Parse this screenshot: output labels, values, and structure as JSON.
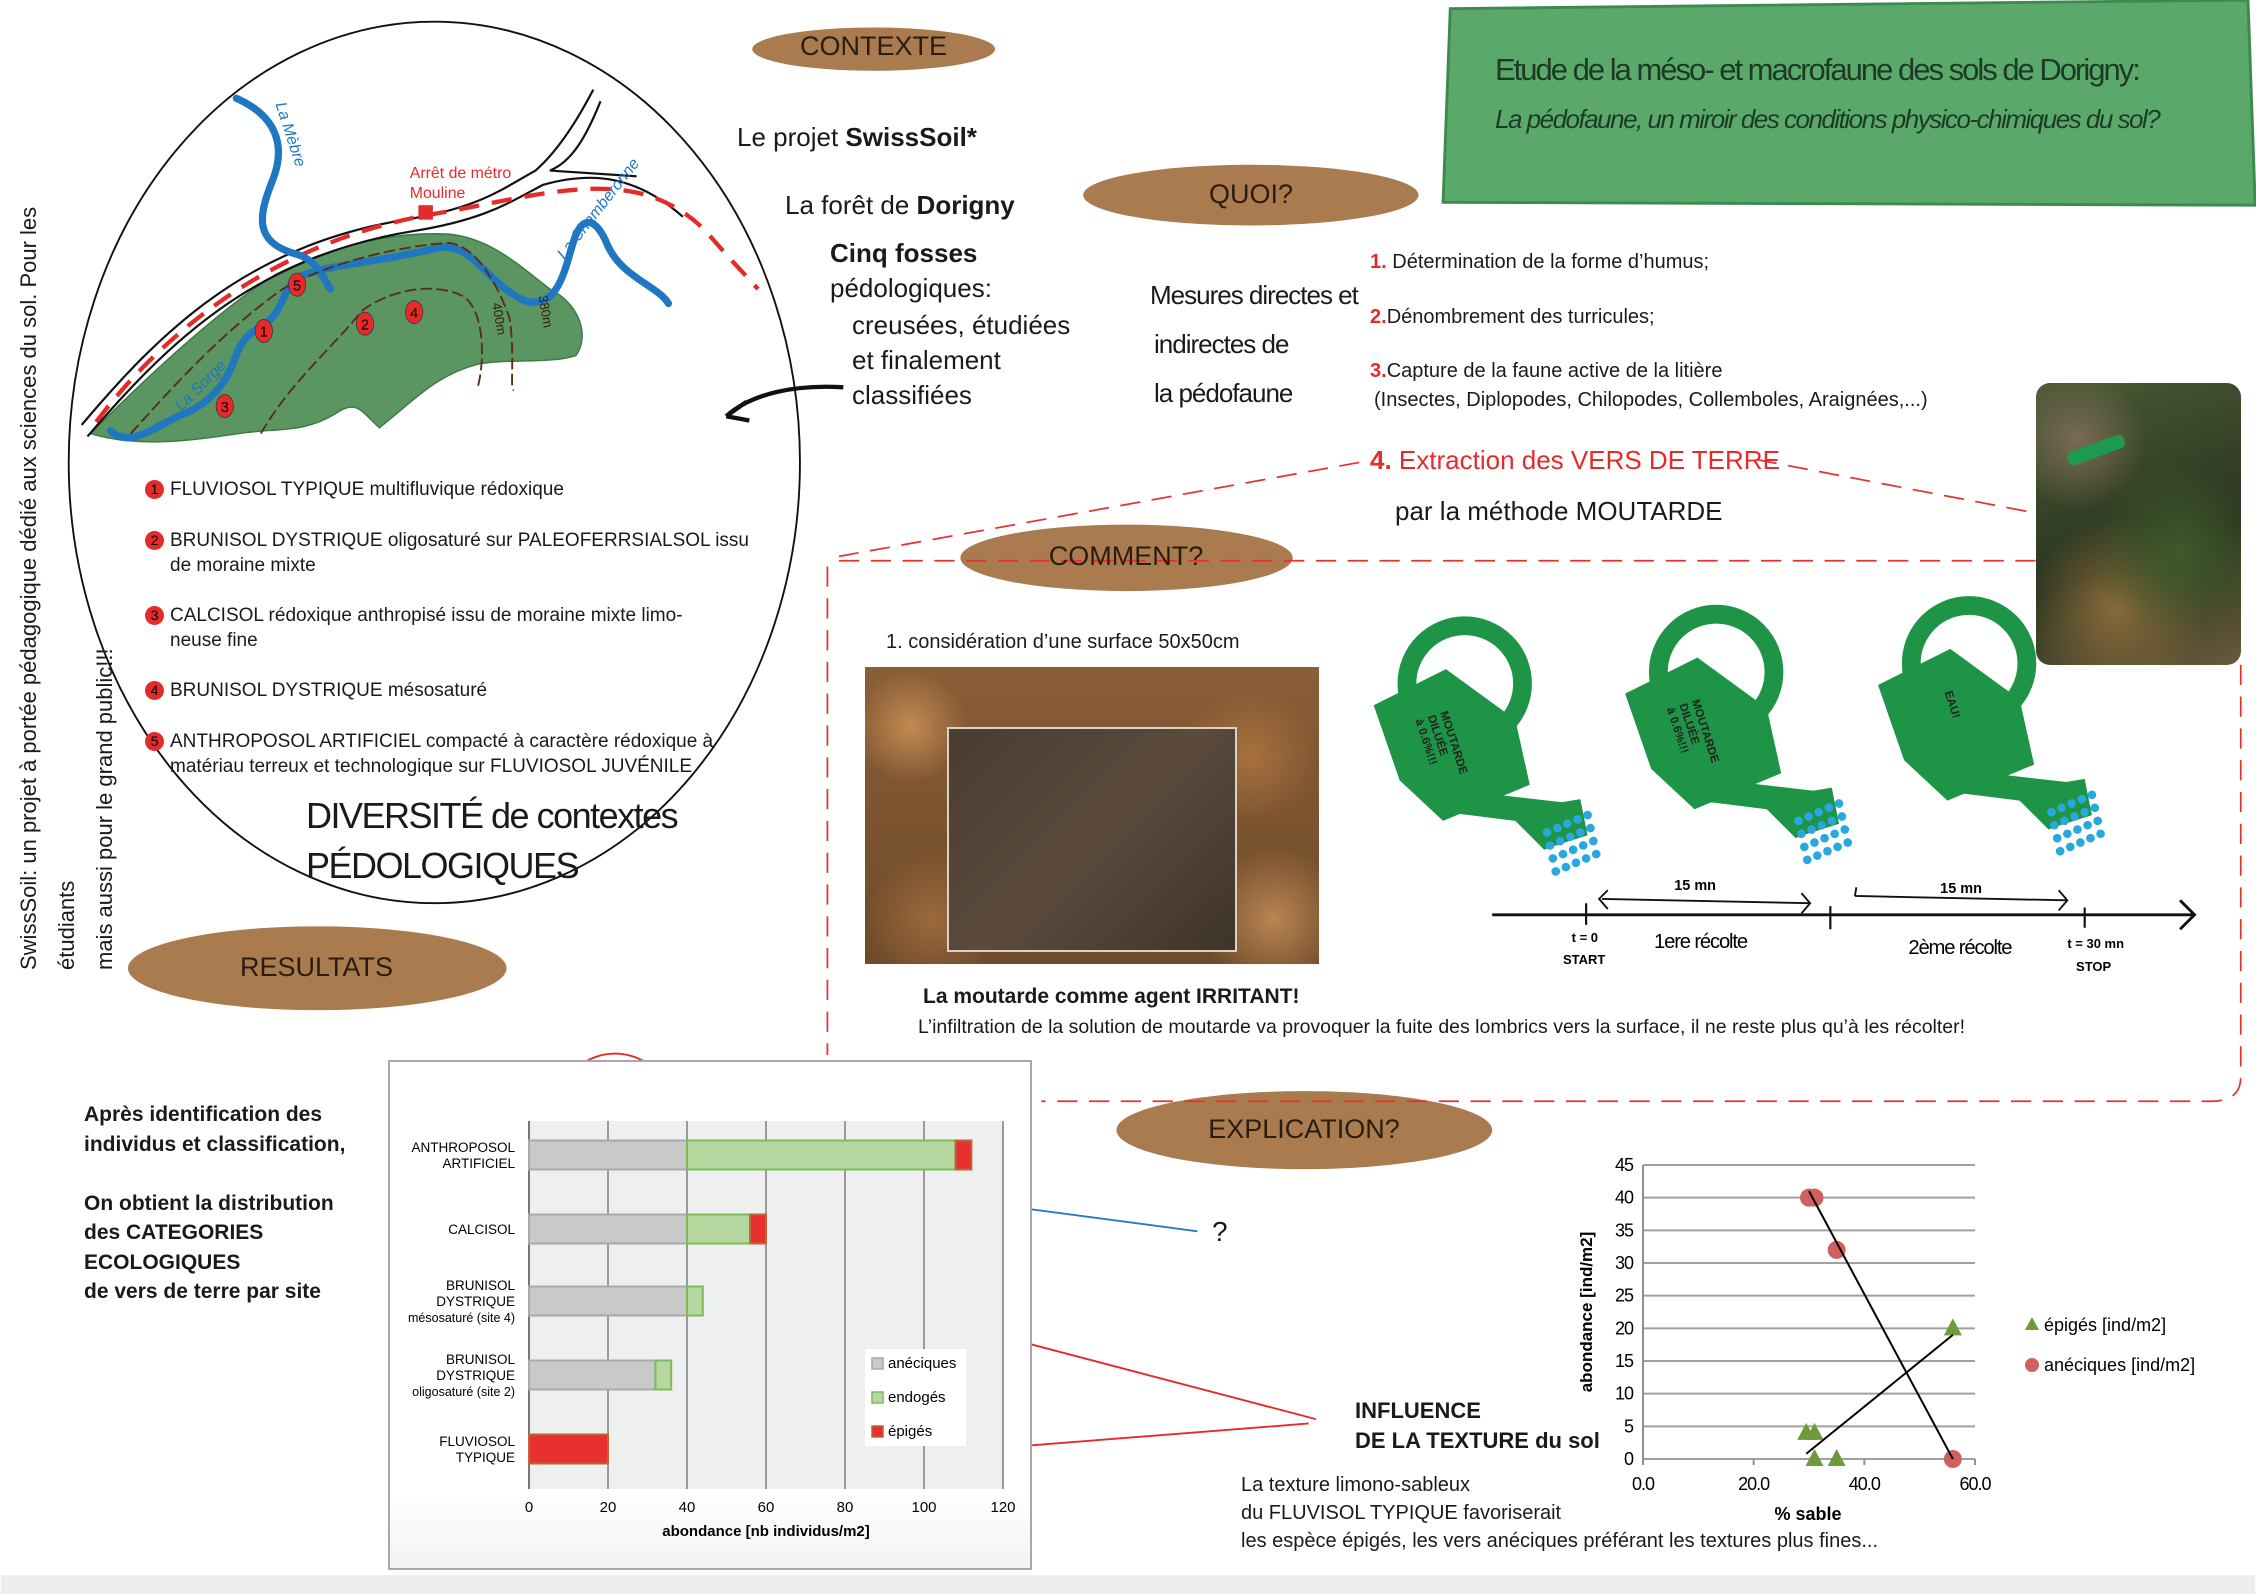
{
  "vertical_note": {
    "line1": "SwissSoil: un projet à portée pédagogique dédié aux sciences du sol. Pour les étudiants",
    "line2": "mais aussi pour le grand public!!!"
  },
  "title": {
    "main": "Etude de la méso- et macrofaune des sols de Dorigny:",
    "subtitle": "La pédofaune, un miroir des conditions physico-chimiques du sol?"
  },
  "blobs": {
    "contexte": "CONTEXTE",
    "quoi": "QUOI?",
    "comment": "COMMENT?",
    "resultats": "RESULTATS",
    "explication": "EXPLICATION?"
  },
  "contexte": {
    "project_prefix": "Le projet ",
    "project_name": "SwissSoil*",
    "forest_prefix": "La forêt de ",
    "forest_name": "Dorigny",
    "pits_title": "Cinq fosses",
    "pits_line2": "pédologiques:",
    "pits_desc": [
      "creusées, étudiées",
      "et finalement",
      "classifiées"
    ]
  },
  "map": {
    "mebre": "La Mèbre",
    "chamberonne": "La Chamberonne",
    "sorge": "La Sorge",
    "metro": [
      "Arrêt de métro",
      "Mouline"
    ],
    "contour_400": "400m",
    "contour_380": "380m",
    "sites": [
      "1",
      "2",
      "3",
      "4",
      "5"
    ]
  },
  "soils": [
    {
      "num": "1",
      "lines": [
        "FLUVIOSOL TYPIQUE multifluvique rédoxique"
      ]
    },
    {
      "num": "2",
      "lines": [
        "BRUNISOL DYSTRIQUE oligosaturé sur PALEOFERRSIALSOL issu",
        "de moraine mixte"
      ]
    },
    {
      "num": "3",
      "lines": [
        "CALCISOL rédoxique anthropisé issu de moraine mixte limo-",
        "neuse fine"
      ]
    },
    {
      "num": "4",
      "lines": [
        "BRUNISOL DYSTRIQUE mésosaturé"
      ]
    },
    {
      "num": "5",
      "lines": [
        "ANTHROPOSOL ARTIFICIEL compacté à caractère rédoxique à",
        "matériau terreux et technologique sur FLUVIOSOL JUVÉNILE"
      ]
    }
  ],
  "diversity": [
    "DIVERSITÉ de contextes",
    "PÉDOLOGIQUES"
  ],
  "quoi": {
    "lines": [
      "Mesures directes et",
      "indirectes de",
      "la pédofaune"
    ],
    "items": [
      {
        "num": "1.",
        "text": "Détermination de la forme d’humus;"
      },
      {
        "num": "2.",
        "text": "Dénombrement des turricules;"
      },
      {
        "num": "3.",
        "text": "Capture de la faune active de la litière",
        "sub": "(Insectes, Diplopodes, Chilopodes, Collemboles, Araignées,...)"
      },
      {
        "num": "4.",
        "text": "Extraction des VERS DE TERRE",
        "sub": "par la méthode MOUTARDE"
      }
    ]
  },
  "comment": {
    "step1": "1. considération d’une surface 50x50cm",
    "cans": [
      {
        "label": [
          "MOUTARDE",
          "DILUÉE",
          "à 0.6%!!!"
        ]
      },
      {
        "label": [
          "MOUTARDE",
          "DILUÉE",
          "à 0.6%!!!"
        ]
      },
      {
        "label": [
          "EAU!"
        ]
      }
    ],
    "timeline": {
      "interval1": "15 mn",
      "interval2": "15 mn",
      "t0": "t = 0",
      "start": "START",
      "harvest1": "1ere récolte",
      "harvest2": "2ème récolte",
      "t30": "t = 30 mn",
      "stop": "STOP"
    },
    "irritant_title": "La moutarde comme agent IRRITANT!",
    "irritant_desc": "L’infiltration de la solution de moutarde va provoquer la fuite des lombrics vers la surface, il ne reste plus qu’à les récolter!"
  },
  "results": {
    "intro": [
      "Après identification des",
      "individus et classification,",
      "",
      "On obtient la distribution",
      "des CATEGORIES",
      " ECOLOGIQUES",
      "de vers de terre par site"
    ]
  },
  "explication": {
    "question": "?",
    "influence": [
      "INFLUENCE",
      "DE LA TEXTURE du sol"
    ],
    "desc": [
      "La texture limono-sableux",
      "du FLUVISOL TYPIQUE favoriserait",
      "les espèce épigés, les vers anéciques préférant les textures plus fines..."
    ]
  },
  "colors": {
    "aneciques": "#c9c9c9",
    "endoges": "#b6d7a0",
    "epiges": "#e8312f",
    "green": "#1e9447",
    "blob": "#a97b4f",
    "banner": "#5aa96b"
  },
  "chart_data": [
    {
      "type": "bar",
      "stacked": true,
      "orientation": "horizontal",
      "categories": [
        [
          "ANTHROPOSOL",
          "ARTIFICIEL"
        ],
        [
          "CALCISOL"
        ],
        [
          "BRUNISOL",
          "DYSTRIQUE",
          "mésosaturé (site 4)"
        ],
        [
          "BRUNISOL",
          "DYSTRIQUE",
          "oligosaturé (site 2)"
        ],
        [
          "FLUVIOSOL",
          "TYPIQUE"
        ]
      ],
      "series": [
        {
          "name": "anéciques",
          "values": [
            40,
            40,
            40,
            32,
            0
          ]
        },
        {
          "name": "endogés",
          "values": [
            68,
            16,
            4,
            4,
            0
          ]
        },
        {
          "name": "épigés",
          "values": [
            4,
            4,
            0,
            0,
            20
          ]
        }
      ],
      "xlabel": "abondance [nb individus/m2]",
      "xlim": [
        0,
        120
      ],
      "xticks": [
        "0",
        "20",
        "40",
        "60",
        "80",
        "100",
        "120"
      ],
      "grid": true,
      "legend": "bottom-right"
    },
    {
      "type": "scatter",
      "series": [
        {
          "name": "épigés [ind/m2]",
          "marker": "triangle",
          "points": [
            [
              29.5,
              4
            ],
            [
              31,
              4
            ],
            [
              31,
              0
            ],
            [
              35,
              0
            ],
            [
              56,
              20
            ]
          ],
          "trend": [
            [
              29.5,
              0.8
            ],
            [
              56,
              19
            ]
          ]
        },
        {
          "name": "anéciques [ind/m2]",
          "marker": "circle",
          "points": [
            [
              30,
              40
            ],
            [
              31,
              40
            ],
            [
              35,
              32
            ],
            [
              56,
              0
            ]
          ],
          "trend": [
            [
              30,
              41
            ],
            [
              56,
              0
            ]
          ]
        }
      ],
      "xlabel": "% sable",
      "ylabel": "abondance [ind/m2]",
      "xlim": [
        0,
        60
      ],
      "ylim": [
        0,
        45
      ],
      "xticks": [
        "0.0",
        "20.0",
        "40.0",
        "60.0"
      ],
      "yticks": [
        "0",
        "5",
        "10",
        "15",
        "20",
        "25",
        "30",
        "35",
        "40",
        "45"
      ],
      "grid": true,
      "legend": "right"
    }
  ]
}
